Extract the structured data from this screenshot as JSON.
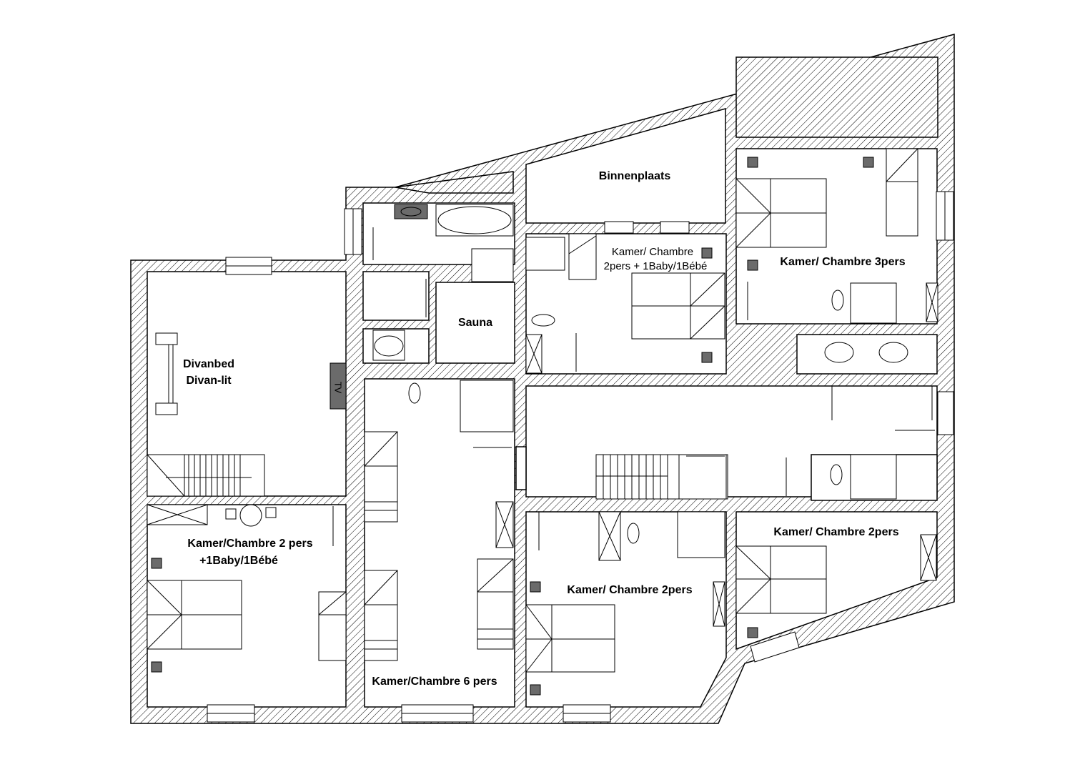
{
  "plan": {
    "labels": {
      "courtyard": "Binnenplaats",
      "sauna": "Sauna",
      "divan_line1": "Divanbed",
      "divan_line2": "Divan-lit",
      "tv": "TV",
      "room_2p_baby_line1": "Kamer/Chambre 2 pers",
      "room_2p_baby_line2": "+1Baby/1Bébé",
      "room_6p": "Kamer/Chambre 6 pers",
      "room_mid_line1": "Kamer/ Chambre",
      "room_mid_line2": "2pers + 1Baby/1Bébé",
      "room_3p": "Kamer/ Chambre 3pers",
      "room_2p_south": "Kamer/ Chambre 2pers",
      "room_2p_east": "Kamer/ Chambre 2pers"
    },
    "colors": {
      "wall_line": "#000000",
      "hatch": "#000000",
      "fixture": "#6b6b6b",
      "background": "#ffffff"
    }
  }
}
